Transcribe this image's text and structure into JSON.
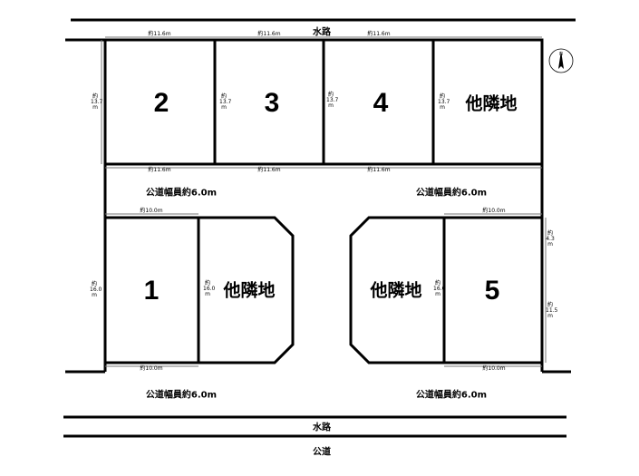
{
  "labels": {
    "waterway_top": "水路",
    "waterway_bottom": "水路",
    "public_road": "公道",
    "road_width": "公道幅員約6.0m",
    "neighbor": "他隣地"
  },
  "lots": [
    {
      "number": "1",
      "frontage": "約10.0m",
      "depth": "約 16.0 m"
    },
    {
      "number": "2",
      "frontage": "約11.6m",
      "depth": "約 13.7 m"
    },
    {
      "number": "3",
      "frontage": "約11.6m",
      "depth": "約 13.7 m"
    },
    {
      "number": "4",
      "frontage": "約11.6m",
      "depth": "約 13.7 m"
    },
    {
      "number": "5",
      "frontage": "約10.0m",
      "depth": "約 16.0 m",
      "side_upper": "約 4.3 m",
      "side_lower": "約 11.5 m"
    }
  ],
  "north_label": "N"
}
